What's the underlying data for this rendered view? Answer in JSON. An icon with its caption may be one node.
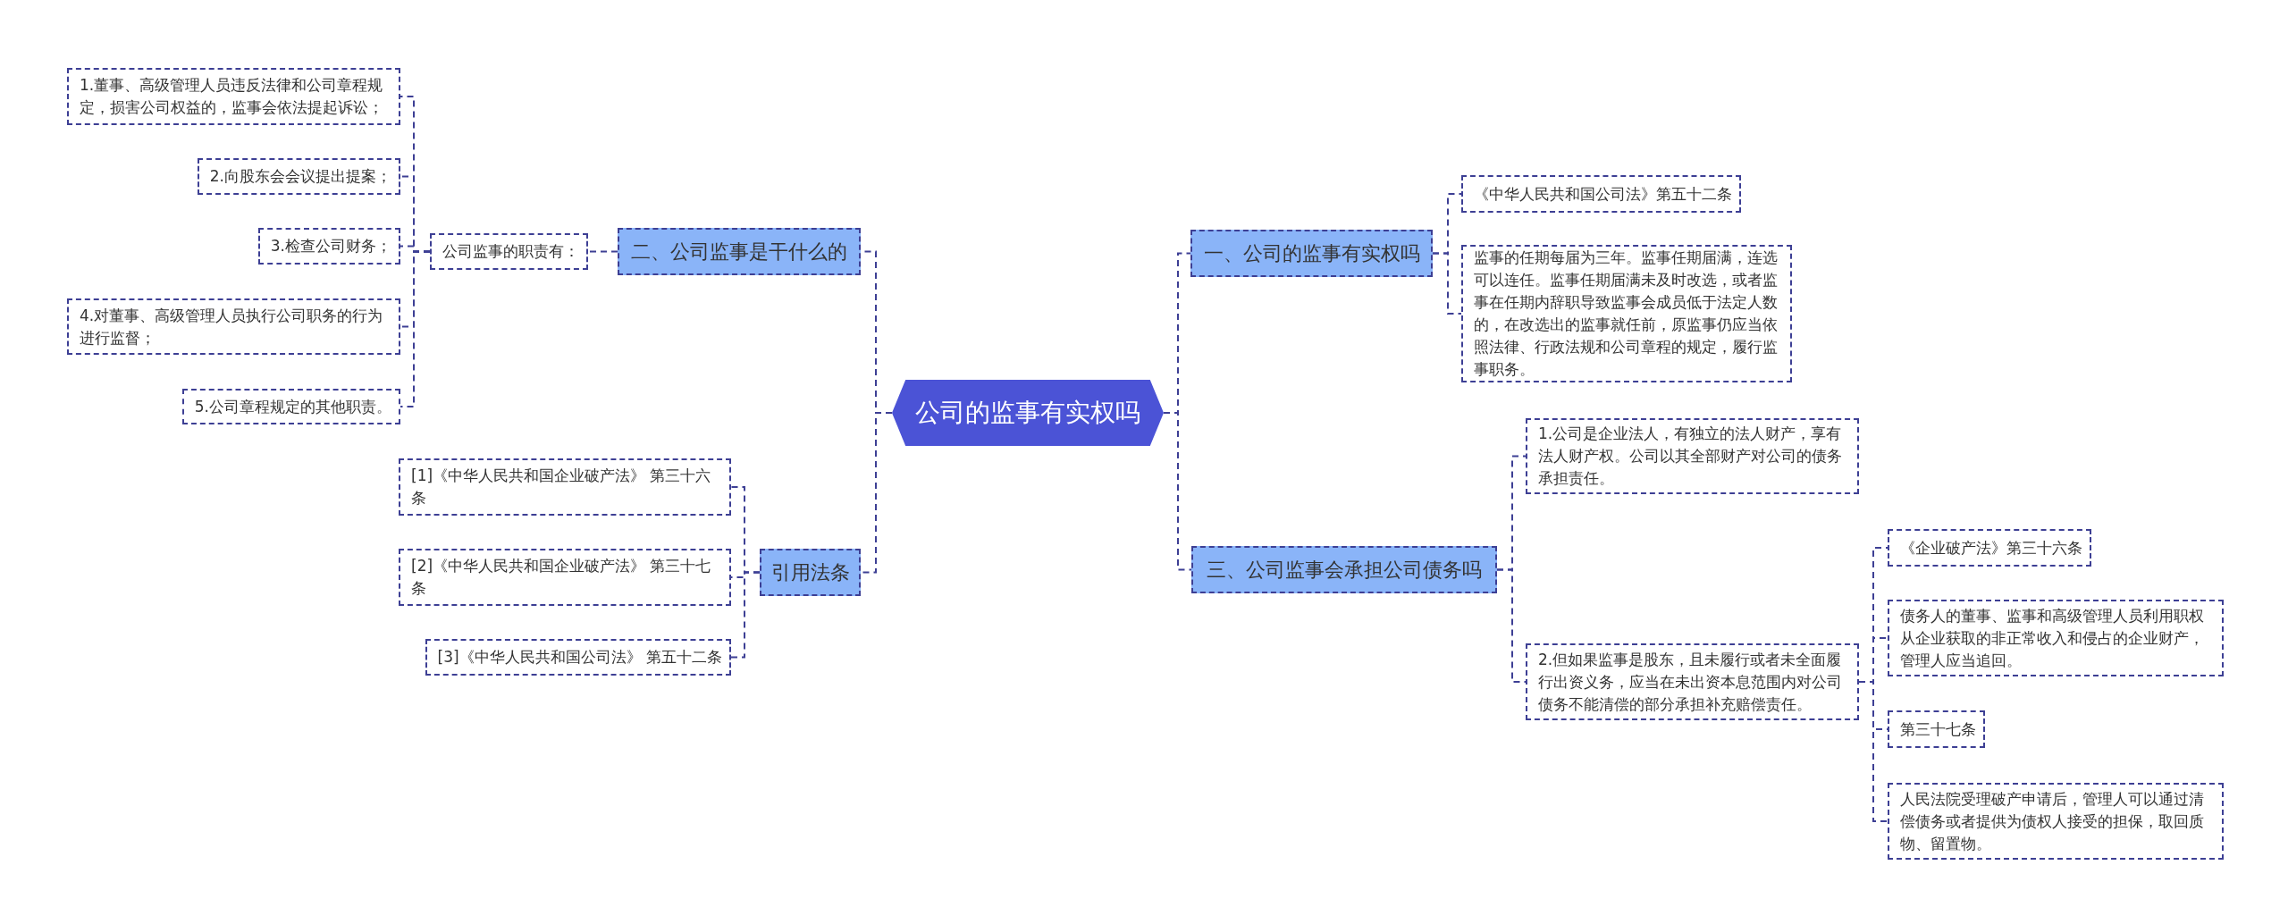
{
  "diagram": {
    "nodes": [
      {
        "text": [
          "公司的监事有实权吗"
        ]
      },
      {
        "text": [
          "一、公司的监事有实权吗"
        ]
      },
      {
        "text": [
          "《中华人民共和国公司法》第五十二条"
        ]
      },
      {
        "text": [
          "监事的任期每届为三年。监事任期届满，连选可以连任。监事任期届满未及时改选，或者监事在任期内辞职导致监事会成员低于法定人数的，在改选出的监事就任前，原监事仍应当依照法律、行政法规和公司章程的规定，履行监事职务。"
        ]
      },
      {
        "text": [
          "三、公司监事会承担公司债务吗"
        ]
      },
      {
        "text": [
          "1.公司是企业法人，有独立的法人财产，享有法人财产权。公司以其全部财产对公司的债务承担责任。"
        ]
      },
      {
        "text": [
          "2.但如果监事是股东，且未履行或者未全面履行出资义务，应当在未出资本息范围内对公司债务不能清偿的部分承担补充赔偿责任。"
        ]
      },
      {
        "text": [
          "《企业破产法》第三十六条"
        ]
      },
      {
        "text": [
          "债务人的董事、监事和高级管理人员利用职权从企业获取的非正常收入和侵占的企业财产，管理人应当追回。"
        ]
      },
      {
        "text": [
          "第三十七条"
        ]
      },
      {
        "text": [
          "人民法院受理破产申请后，管理人可以通过清偿债务或者提供为债权人接受的担保，取回质物、留置物。"
        ]
      },
      {
        "text": [
          "二、公司监事是干什么的"
        ]
      },
      {
        "text": [
          "公司监事的职责有："
        ]
      },
      {
        "text": [
          "1.董事、高级管理人员违反法律和公司章程规定，损害公司权益的，监事会依法提起诉讼；"
        ]
      },
      {
        "text": [
          "2.向股东会会议提出提案；"
        ]
      },
      {
        "text": [
          "3.检查公司财务；"
        ]
      },
      {
        "text": [
          "4.对董事、高级管理人员执行公司职务的行为进行监督；"
        ]
      },
      {
        "text": [
          "5.公司章程规定的其他职责。"
        ]
      },
      {
        "text": [
          "引用法条"
        ]
      },
      {
        "text": [
          "[1]《中华人民共和国企业破产法》 第三十六条"
        ]
      },
      {
        "text": [
          "[2]《中华人民共和国企业破产法》 第三十七条"
        ]
      },
      {
        "text": [
          "[3]《中华人民共和国公司法》 第五十二条"
        ]
      }
    ],
    "edges": [
      {
        "from": 0,
        "to": 1,
        "arrow": "none"
      },
      {
        "from": 1,
        "to": 2,
        "arrow": "none"
      },
      {
        "from": 1,
        "to": 3,
        "arrow": "none"
      },
      {
        "from": 0,
        "to": 4,
        "arrow": "none"
      },
      {
        "from": 4,
        "to": 5,
        "arrow": "none"
      },
      {
        "from": 4,
        "to": 6,
        "arrow": "none"
      },
      {
        "from": 6,
        "to": 7,
        "arrow": "none"
      },
      {
        "from": 6,
        "to": 8,
        "arrow": "none"
      },
      {
        "from": 6,
        "to": 9,
        "arrow": "none"
      },
      {
        "from": 6,
        "to": 10,
        "arrow": "none"
      },
      {
        "from": 0,
        "to": 11,
        "arrow": "none"
      },
      {
        "from": 11,
        "to": 12,
        "arrow": "none"
      },
      {
        "from": 12,
        "to": 13,
        "arrow": "none"
      },
      {
        "from": 12,
        "to": 14,
        "arrow": "none"
      },
      {
        "from": 12,
        "to": 15,
        "arrow": "none"
      },
      {
        "from": 12,
        "to": 16,
        "arrow": "none"
      },
      {
        "from": 12,
        "to": 17,
        "arrow": "none"
      },
      {
        "from": 0,
        "to": 18,
        "arrow": "none"
      },
      {
        "from": 18,
        "to": 19,
        "arrow": "none"
      },
      {
        "from": 18,
        "to": 20,
        "arrow": "none"
      },
      {
        "from": 18,
        "to": 21,
        "arrow": "none"
      }
    ]
  }
}
